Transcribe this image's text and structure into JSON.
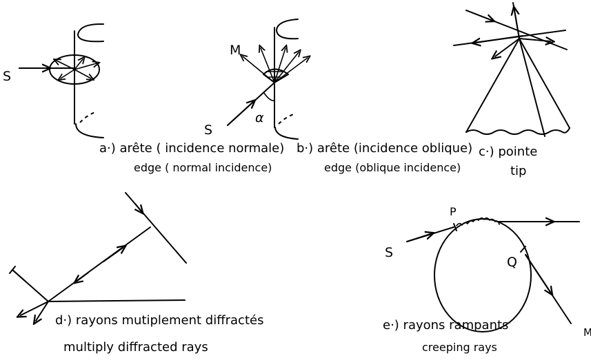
{
  "panel_a": {
    "source_label": "S",
    "caption_fr": "a·) arête ( incidence normale)",
    "caption_en": "edge ( normal incidence)"
  },
  "panel_b": {
    "source_label": "S",
    "m_label": "M",
    "angle_label": "α",
    "caption_fr": "b·) arête (incidence oblique)",
    "caption_en": "edge (oblique incidence)"
  },
  "panel_c": {
    "caption_fr": "c·) pointe",
    "caption_en": "tip"
  },
  "panel_d": {
    "caption_fr": "d·) rayons mutiplement diffractés",
    "caption_en": "multiply diffracted rays"
  },
  "panel_e": {
    "source_label": "S",
    "p_label": "P",
    "q_label": "Q",
    "m_label": "M",
    "caption_fr": "e·) rayons rampants",
    "caption_en": "creeping rays"
  }
}
